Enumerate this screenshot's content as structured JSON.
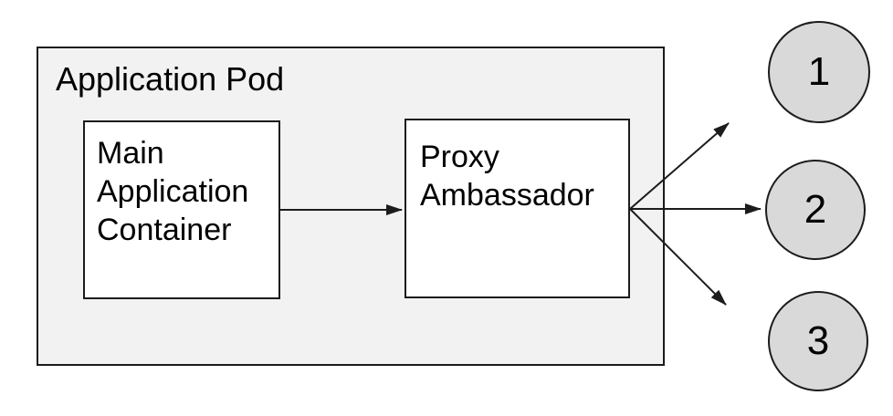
{
  "diagram": {
    "title": "Application Pod",
    "pod": {
      "label": "Application Pod"
    },
    "main_container": {
      "label": "Main Application Container",
      "lines": [
        "Main",
        "Application",
        "Container"
      ]
    },
    "proxy_ambassador": {
      "label": "Proxy Ambassador",
      "lines": [
        "Proxy",
        "Ambassador"
      ]
    },
    "nodes": [
      {
        "label": "1"
      },
      {
        "label": "2"
      },
      {
        "label": "3"
      }
    ],
    "edges": [
      {
        "from": "Main Application Container",
        "to": "Proxy Ambassador"
      },
      {
        "from": "Proxy Ambassador",
        "to": "1"
      },
      {
        "from": "Proxy Ambassador",
        "to": "2"
      },
      {
        "from": "Proxy Ambassador",
        "to": "3"
      }
    ],
    "colors": {
      "pod_fill": "#f2f2f2",
      "box_fill": "#ffffff",
      "node_fill": "#d9d9d9",
      "stroke": "#1c1c1c",
      "text": "#000000",
      "background": "#ffffff"
    }
  }
}
